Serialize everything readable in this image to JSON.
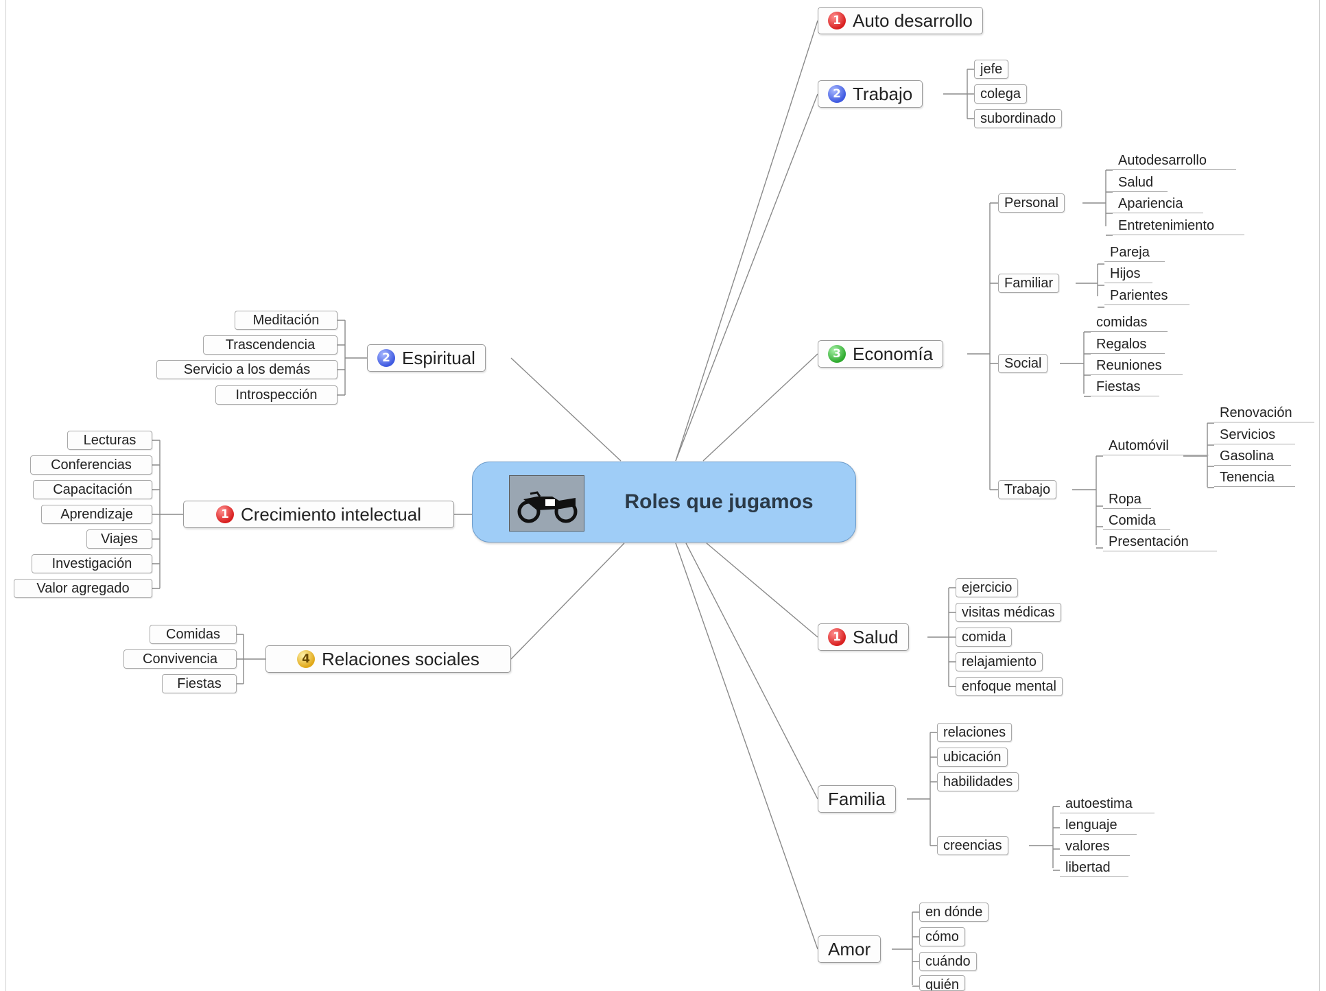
{
  "colors": {
    "center_fill": "#9fcdf7",
    "connector": "#8a8a8a",
    "badge_red": "#d81f1f",
    "badge_blue": "#3e59e0",
    "badge_green": "#2eaa2e",
    "badge_yellow": "#e0a818"
  },
  "center": {
    "title": "Roles que jugamos",
    "icon": "motorcycle-icon"
  },
  "branches": {
    "auto_desarrollo": {
      "label": "Auto desarrollo",
      "priority": "1"
    },
    "trabajo": {
      "label": "Trabajo",
      "priority": "2",
      "items": [
        "jefe",
        "colega",
        "subordinado"
      ]
    },
    "economia": {
      "label": "Economía",
      "priority": "3",
      "personal": {
        "label": "Personal",
        "items": [
          "Autodesarrollo",
          "Salud",
          "Apariencia",
          "Entretenimiento"
        ]
      },
      "familiar": {
        "label": "Familiar",
        "items": [
          "Pareja",
          "Hijos",
          "Parientes"
        ]
      },
      "social": {
        "label": "Social",
        "items": [
          "comidas",
          "Regalos",
          "Reuniones",
          "Fiestas"
        ]
      },
      "trabajo": {
        "label": "Trabajo",
        "automovil": {
          "label": "Automóvil",
          "items": [
            "Renovación",
            "Servicios",
            "Gasolina",
            "Tenencia"
          ]
        },
        "items": [
          "Ropa",
          "Comida",
          "Presentación"
        ]
      }
    },
    "salud": {
      "label": "Salud",
      "priority": "1",
      "items": [
        "ejercicio",
        "visitas médicas",
        "comida",
        "relajamiento",
        "enfoque mental"
      ]
    },
    "familia": {
      "label": "Familia",
      "items": [
        "relaciones",
        "ubicación",
        "habilidades"
      ],
      "creencias": {
        "label": "creencias",
        "items": [
          "autoestima",
          "lenguaje",
          "valores",
          "libertad"
        ]
      }
    },
    "amor": {
      "label": "Amor",
      "items": [
        "en dónde",
        "cómo",
        "cuándo",
        "quién"
      ]
    },
    "espiritual": {
      "label": "Espiritual",
      "priority": "2",
      "items": [
        "Meditación",
        "Trascendencia",
        "Servicio a los demás",
        "Introspección"
      ]
    },
    "crecimiento": {
      "label": "Crecimiento intelectual",
      "priority": "1",
      "items": [
        "Lecturas",
        "Conferencias",
        "Capacitación",
        "Aprendizaje",
        "Viajes",
        "Investigación",
        "Valor agregado"
      ]
    },
    "relaciones": {
      "label": "Relaciones sociales",
      "priority": "4",
      "items": [
        "Comidas",
        "Convivencia",
        "Fiestas"
      ]
    }
  }
}
